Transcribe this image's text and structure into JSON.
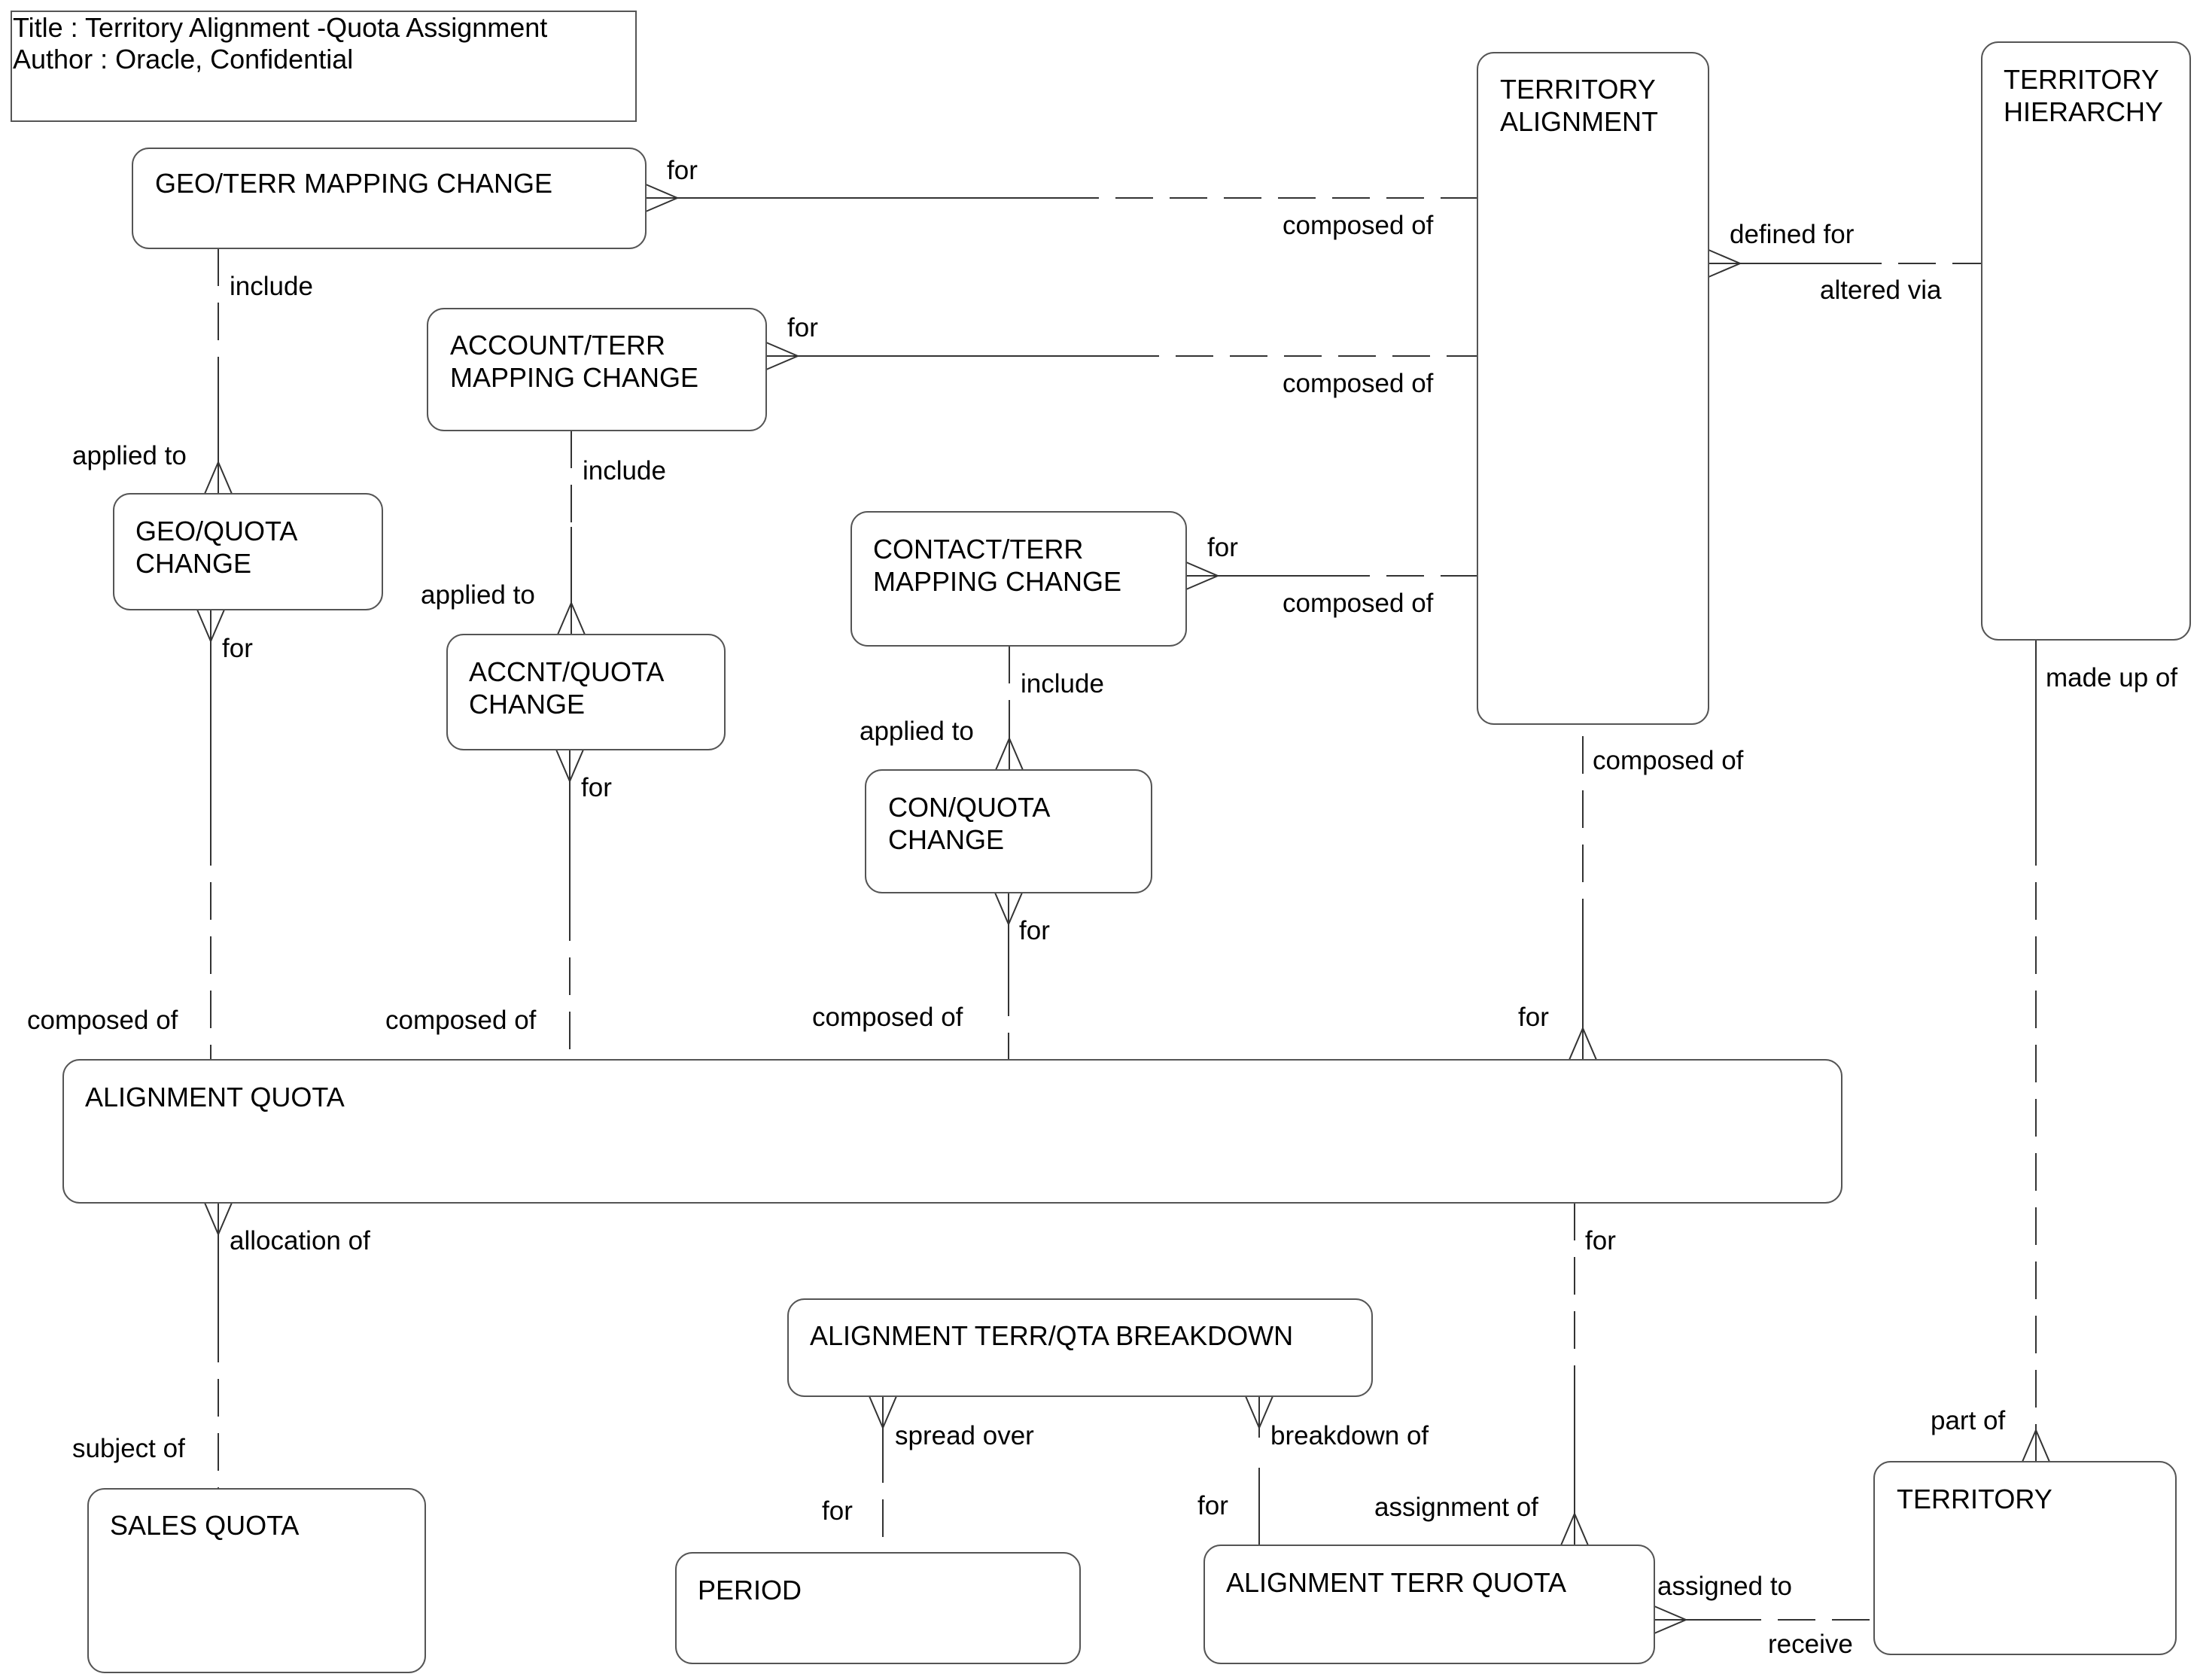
{
  "title_block": {
    "title": "Title : Territory Alignment -Quota Assignment",
    "author": "Author : Oracle, Confidential"
  },
  "entities": {
    "geo_terr_mapping_change": [
      "GEO/TERR MAPPING CHANGE"
    ],
    "account_terr_mapping_change": [
      "ACCOUNT/TERR",
      "MAPPING CHANGE"
    ],
    "contact_terr_mapping_change": [
      "CONTACT/TERR",
      "MAPPING CHANGE"
    ],
    "geo_quota_change": [
      "GEO/QUOTA",
      "CHANGE"
    ],
    "accnt_quota_change": [
      "ACCNT/QUOTA",
      "CHANGE"
    ],
    "con_quota_change": [
      "CON/QUOTA",
      "CHANGE"
    ],
    "territory_alignment": [
      "TERRITORY",
      "ALIGNMENT"
    ],
    "territory_hierarchy": [
      "TERRITORY",
      "HIERARCHY"
    ],
    "alignment_quota": [
      "ALIGNMENT QUOTA"
    ],
    "alignment_terr_qta_breakdown": [
      "ALIGNMENT TERR/QTA BREAKDOWN"
    ],
    "sales_quota": [
      "SALES QUOTA"
    ],
    "period": [
      "PERIOD"
    ],
    "alignment_terr_quota": [
      "ALIGNMENT TERR QUOTA"
    ],
    "territory": [
      "TERRITORY"
    ]
  },
  "relationships": {
    "geo_terr_to_alignment": {
      "from_label": "for",
      "to_label": "composed of"
    },
    "account_terr_to_alignment": {
      "from_label": "for",
      "to_label": "composed of"
    },
    "contact_terr_to_alignment": {
      "from_label": "for",
      "to_label": "composed of"
    },
    "alignment_to_hierarchy": {
      "from_label": "defined for",
      "to_label": "altered via"
    },
    "geo_terr_to_geo_quota": {
      "from_label": "include",
      "to_label": "applied to"
    },
    "account_terr_to_accnt_quota": {
      "from_label": "include",
      "to_label": "applied to"
    },
    "contact_terr_to_con_quota": {
      "from_label": "include",
      "to_label": "applied to"
    },
    "geo_quota_to_alignment_quota": {
      "from_label": "for",
      "to_label": "composed of"
    },
    "accnt_quota_to_alignment_quota": {
      "from_label": "for",
      "to_label": "composed of"
    },
    "con_quota_to_alignment_quota": {
      "from_label": "for",
      "to_label": "composed of"
    },
    "territory_alignment_to_alignment_quota": {
      "from_label": "composed of",
      "to_label": "for"
    },
    "hierarchy_to_territory": {
      "from_label": "made up of",
      "to_label": "part of"
    },
    "alignment_quota_to_sales_quota": {
      "from_label": "allocation of",
      "to_label": "subject of"
    },
    "alignment_quota_to_terr_quota": {
      "from_label": "for",
      "to_label": "assignment of"
    },
    "breakdown_to_period": {
      "from_label": "spread over",
      "to_label": "for"
    },
    "breakdown_to_terr_quota": {
      "from_label": "breakdown of",
      "to_label": "for"
    },
    "terr_quota_to_territory": {
      "from_label": "assigned to",
      "to_label": "receive"
    }
  }
}
